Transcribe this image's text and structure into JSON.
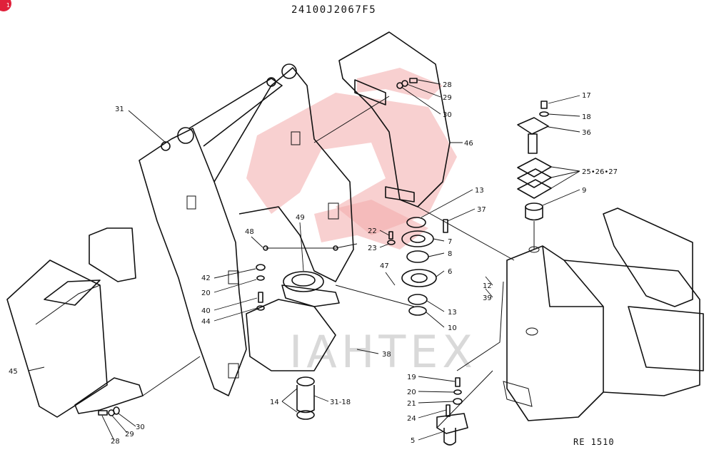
{
  "document": {
    "code": "24100J2067F5",
    "reference": "RE 1510",
    "badge": "1"
  },
  "watermark": {
    "text": "IAHTEX",
    "color": "#f2a9a9"
  },
  "callouts": {
    "c31": "31",
    "c28a": "28",
    "c29a": "29",
    "c30a": "30",
    "c46": "46",
    "c17": "17",
    "c18": "18",
    "c36": "36",
    "c252627": "25•26•27",
    "c9": "9",
    "c13a": "13",
    "c37": "37",
    "c22": "22",
    "c23": "23",
    "c7": "7",
    "c8": "8",
    "c6": "6",
    "c13b": "13",
    "c10": "10",
    "c47": "47",
    "c49": "49",
    "c48": "48",
    "c42": "42",
    "c20a": "20",
    "c40": "40",
    "c44": "44",
    "c12": "12",
    "c39": "39",
    "c38": "38",
    "c45": "45",
    "c14": "14",
    "c3118": "31-18",
    "c19": "19",
    "c20b": "20",
    "c21": "21",
    "c24": "24",
    "c5": "5",
    "c30b": "30",
    "c29b": "29",
    "c28b": "28"
  }
}
